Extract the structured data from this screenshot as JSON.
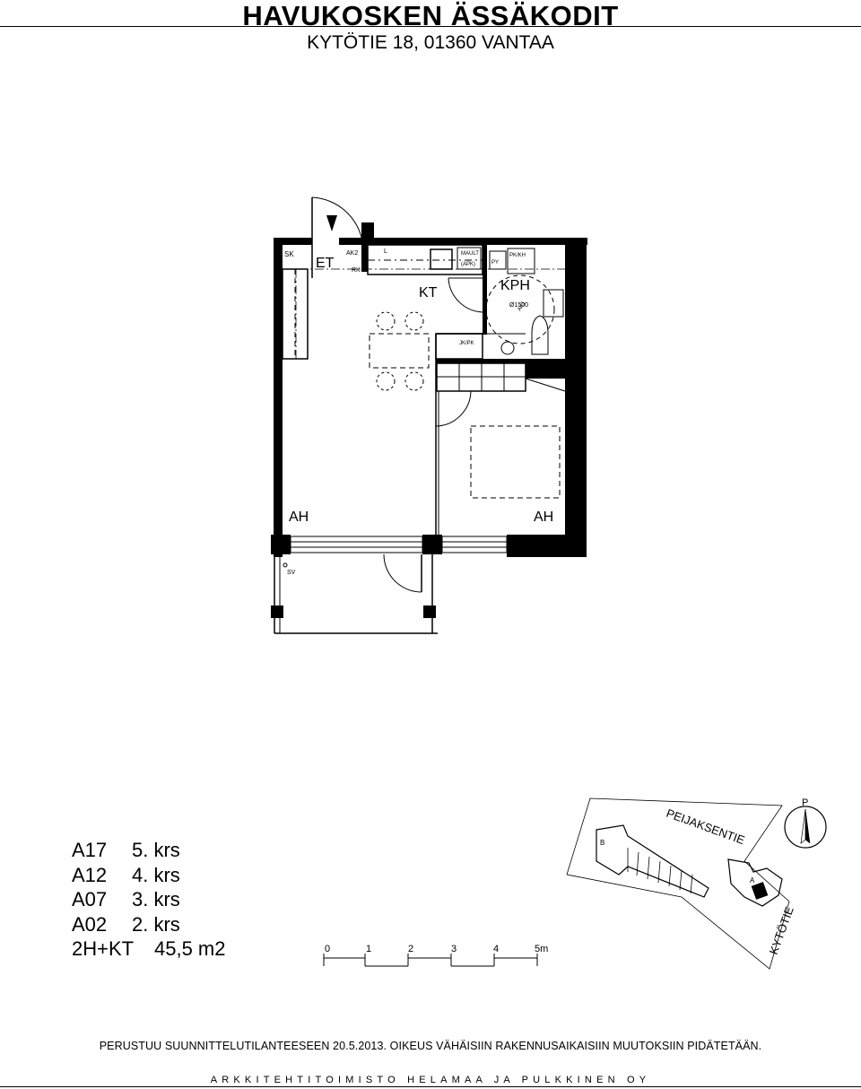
{
  "header": {
    "title": "HAVUKOSKEN ÄSSÄKODIT",
    "address": "KYTÖTIE  18, 01360 VANTAA"
  },
  "plan_labels": {
    "sk": "SK",
    "et": "ET",
    "ak2": "AK2",
    "rk": "RK",
    "l": "L",
    "mault": "MAULT",
    "apk": "(APK)",
    "kt": "KT",
    "py": "PY",
    "pk_kk": "PK/KH",
    "kph": "KPH",
    "diameter": "Ø1500",
    "ak1": "AK1",
    "jk_pk": "JK/PK",
    "ah_left": "AH",
    "ah_right": "AH",
    "sv": "SV"
  },
  "units": [
    {
      "id": "A17",
      "floor": "5. krs"
    },
    {
      "id": "A12",
      "floor": "4. krs"
    },
    {
      "id": "A07",
      "floor": "3. krs"
    },
    {
      "id": "A02",
      "floor": "2. krs"
    }
  ],
  "apartment": {
    "type": "2H+KT",
    "area": "45,5  m2"
  },
  "scale": {
    "ticks": [
      "0",
      "1",
      "2",
      "3",
      "4",
      "5m"
    ]
  },
  "site_map": {
    "street1": "PEIJAKSENTIE",
    "street2": "KYTÖTIE",
    "compass": "P",
    "label_b": "B",
    "label_a": "A"
  },
  "footer": {
    "note": "PERUSTUU SUUNNITTELUTILANTEESEEN 20.5.2013. OIKEUS VÄHÄISIIN RAKENNUSAIKAISIIN MUUTOKSIIN PIDÄTETÄÄN.",
    "architect": "ARKKITEHTITOIMISTO HELAMAA JA PULKKINEN OY"
  }
}
